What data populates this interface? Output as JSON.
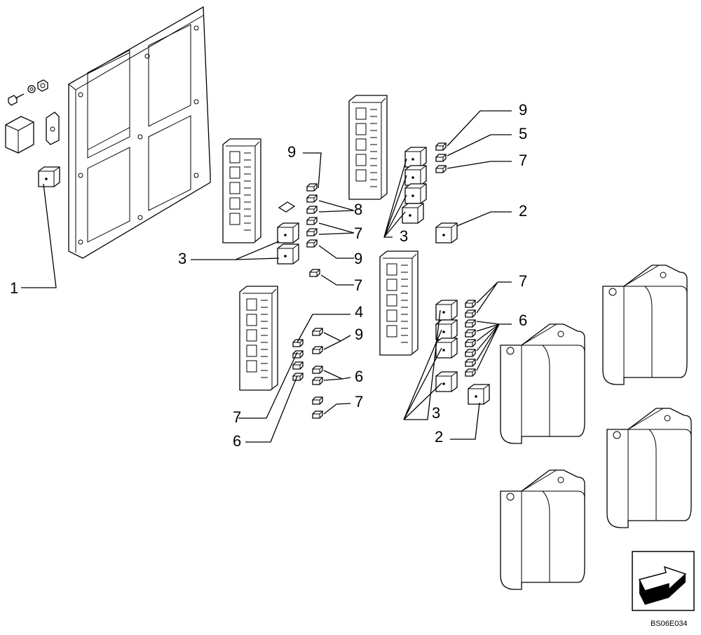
{
  "figure": {
    "reference_code": "BS06E034",
    "callouts": [
      "1",
      "2",
      "3",
      "4",
      "5",
      "6",
      "7",
      "8",
      "9"
    ]
  },
  "labels": {
    "l1": "1",
    "l3a": "3",
    "l9a": "9",
    "l8a": "8",
    "l7a": "7",
    "l9b": "9",
    "l7b": "7",
    "l9c": "9",
    "l5a": "5",
    "l7c": "7",
    "l2a": "2",
    "l3b": "3",
    "l4a": "4",
    "l9d": "9",
    "l6a": "6",
    "l7d": "7",
    "l7e": "7",
    "l6b": "6",
    "l7f": "7",
    "l6c": "6",
    "l3c": "3",
    "l2b": "2"
  },
  "nav": {
    "next_arrow_icon": "arrow-right-icon"
  }
}
